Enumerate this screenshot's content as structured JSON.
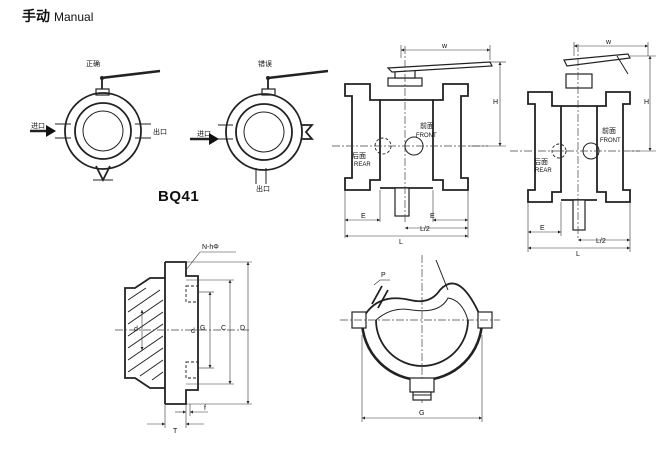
{
  "header": {
    "title_cn": "手动",
    "title_en": "Manual"
  },
  "model": "BQ41",
  "flow_diagrams": {
    "correct": {
      "label": "正确",
      "inlet": "进口",
      "outlet": "出口"
    },
    "wrong": {
      "label": "错误",
      "inlet": "进口",
      "outlet": "出口"
    }
  },
  "side_view_1": {
    "front_cn": "前面",
    "front_en": "FRONT",
    "rear_cn": "后面",
    "rear_en": "REAR",
    "dim_w": "w",
    "dim_h": "H",
    "dim_e1": "E",
    "dim_e2": "E",
    "dim_l2": "L/2",
    "dim_l": "L"
  },
  "side_view_2": {
    "front_cn": "前面",
    "front_en": "FRONT",
    "rear_cn": "后面",
    "rear_en": "REAR",
    "dim_w": "w",
    "dim_h": "H",
    "dim_e": "E",
    "dim_l2": "L/2",
    "dim_l": "L"
  },
  "flange_section": {
    "dim_n": "N-hΦ",
    "dim_d1": "d",
    "dim_g": "G",
    "dim_c": "C",
    "dim_d": "D",
    "dim_t": "T",
    "dim_f": "f"
  },
  "plug_section": {
    "dim_p": "P",
    "dim_g": "G"
  }
}
